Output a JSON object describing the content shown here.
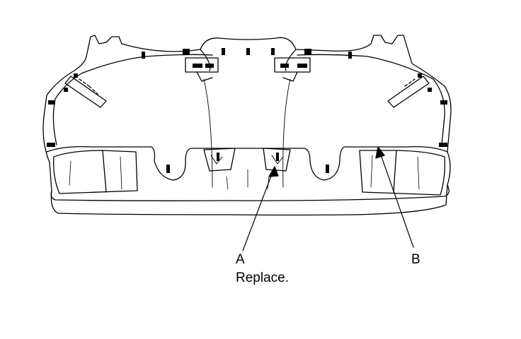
{
  "callouts": [
    {
      "id": "A",
      "letter": "A",
      "note": "Replace."
    },
    {
      "id": "B",
      "letter": "B",
      "note": ""
    }
  ],
  "colors": {
    "line": "#000000",
    "background": "#ffffff"
  }
}
